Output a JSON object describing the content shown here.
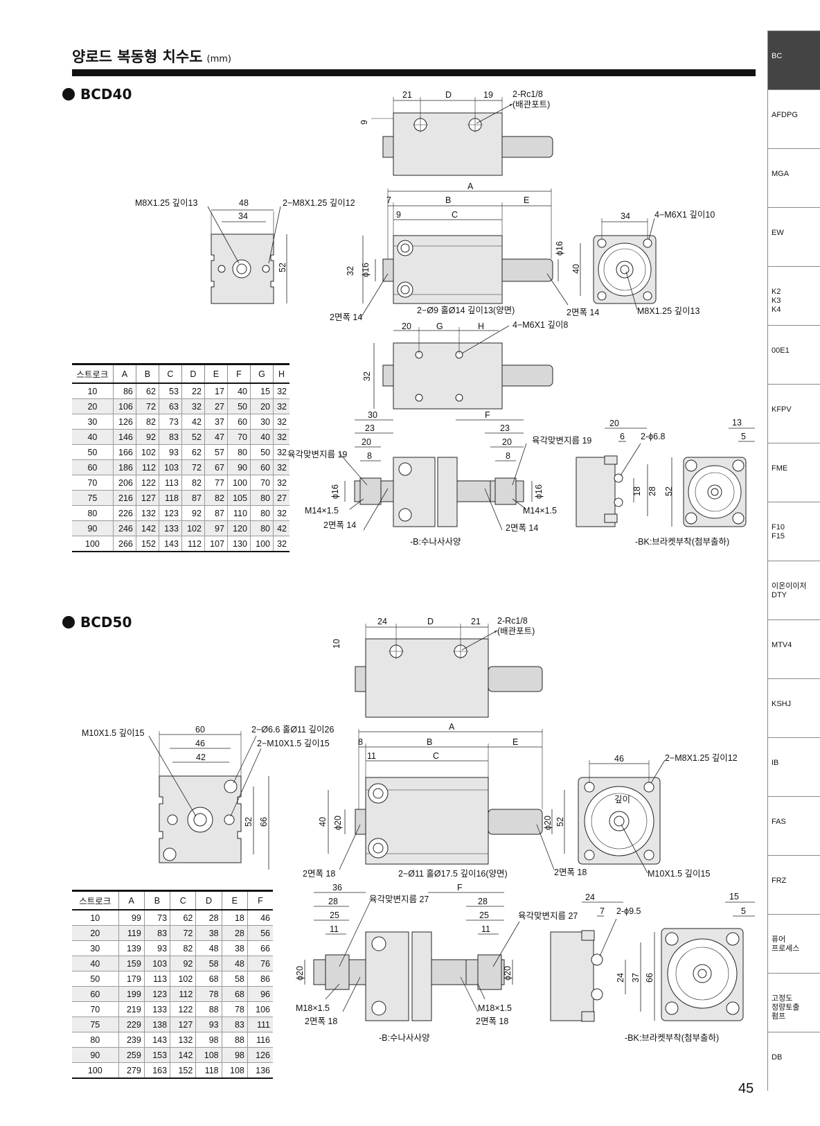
{
  "page": {
    "title": "양로드 복동형 치수도",
    "unit": "(mm)",
    "page_number": "45"
  },
  "sidebar": [
    "BC",
    "AFDPG",
    "MGA",
    "EW",
    "K2\nK3\nK4",
    "00E1",
    "KFPV",
    "FME",
    "F10\nF15",
    "이온이이저\nDTY",
    "MTV4",
    "KSHJ",
    "IB",
    "FAS",
    "FRZ",
    "퓨어\n프로세스",
    "고정도\n정량토출\n펌프",
    "DB"
  ],
  "bcd40": {
    "name": "BCD40",
    "table": {
      "headers": [
        "스트로크",
        "A",
        "B",
        "C",
        "D",
        "E",
        "F",
        "G",
        "H"
      ],
      "rows": [
        [
          "10",
          "86",
          "62",
          "53",
          "22",
          "17",
          "40",
          "15",
          "32"
        ],
        [
          "20",
          "106",
          "72",
          "63",
          "32",
          "27",
          "50",
          "20",
          "32"
        ],
        [
          "30",
          "126",
          "82",
          "73",
          "42",
          "37",
          "60",
          "30",
          "32"
        ],
        [
          "40",
          "146",
          "92",
          "83",
          "52",
          "47",
          "70",
          "40",
          "32"
        ],
        [
          "50",
          "166",
          "102",
          "93",
          "62",
          "57",
          "80",
          "50",
          "32"
        ],
        [
          "60",
          "186",
          "112",
          "103",
          "72",
          "67",
          "90",
          "60",
          "32"
        ],
        [
          "70",
          "206",
          "122",
          "113",
          "82",
          "77",
          "100",
          "70",
          "32"
        ],
        [
          "75",
          "216",
          "127",
          "118",
          "87",
          "82",
          "105",
          "80",
          "27"
        ],
        [
          "80",
          "226",
          "132",
          "123",
          "92",
          "87",
          "110",
          "80",
          "32"
        ],
        [
          "90",
          "246",
          "142",
          "133",
          "102",
          "97",
          "120",
          "80",
          "42"
        ],
        [
          "100",
          "266",
          "152",
          "143",
          "112",
          "107",
          "130",
          "100",
          "32"
        ]
      ]
    },
    "labels": {
      "d21": "21",
      "dD": "D",
      "d19": "19",
      "rc": "2-Rc1/8",
      "port": "(배관포트)",
      "d9": "9",
      "m8": "M8X1.25 깊이13",
      "d48": "48",
      "m8x2": "2−M8X1.25 깊이12",
      "d34": "34",
      "d52": "52",
      "dA": "A",
      "d7": "7",
      "dB": "B",
      "dE": "E",
      "d9b": "9",
      "dC": "C",
      "d32": "32",
      "phi16": "ϕ16",
      "phi16b": "ϕ16",
      "d40": "40",
      "d34b": "34",
      "m6": "4−M6X1 깊이10",
      "face14": "2면폭 14",
      "hole9": "2−Ø9 홀Ø14 깊이13(양면)",
      "face14b": "2면폭 14",
      "m8c": "M8X1.25 깊이13",
      "d20": "20",
      "dG": "G",
      "dH": "H",
      "m6b": "4−M6X1 깊이8",
      "d32b": "32",
      "d30": "30",
      "dF": "F",
      "d23": "23",
      "d23b": "23",
      "d20b": "20",
      "d20c": "20",
      "d8": "8",
      "d8b": "8",
      "hex19": "육각맞변지름 19",
      "hex19b": "육각맞변지름 19",
      "phi16c": "ϕ16",
      "phi16d": "ϕ16",
      "m14": "M14×1.5",
      "m14b": "M14×1.5",
      "face14c": "2면폭 14",
      "face14d": "2면폭 14",
      "optB": "-B:수나사사양",
      "d20d": "20",
      "d6": "6",
      "phi68": "2-ϕ6.8",
      "d13": "13",
      "d5": "5",
      "d18": "18",
      "d28": "28",
      "d52b": "52",
      "optBK": "-BK:브라켓부착(첨부출하)"
    }
  },
  "bcd50": {
    "name": "BCD50",
    "table": {
      "headers": [
        "스트로크",
        "A",
        "B",
        "C",
        "D",
        "E",
        "F"
      ],
      "rows": [
        [
          "10",
          "99",
          "73",
          "62",
          "28",
          "18",
          "46"
        ],
        [
          "20",
          "119",
          "83",
          "72",
          "38",
          "28",
          "56"
        ],
        [
          "30",
          "139",
          "93",
          "82",
          "48",
          "38",
          "66"
        ],
        [
          "40",
          "159",
          "103",
          "92",
          "58",
          "48",
          "76"
        ],
        [
          "50",
          "179",
          "113",
          "102",
          "68",
          "58",
          "86"
        ],
        [
          "60",
          "199",
          "123",
          "112",
          "78",
          "68",
          "96"
        ],
        [
          "70",
          "219",
          "133",
          "122",
          "88",
          "78",
          "106"
        ],
        [
          "75",
          "229",
          "138",
          "127",
          "93",
          "83",
          "111"
        ],
        [
          "80",
          "239",
          "143",
          "132",
          "98",
          "88",
          "116"
        ],
        [
          "90",
          "259",
          "153",
          "142",
          "108",
          "98",
          "126"
        ],
        [
          "100",
          "279",
          "163",
          "152",
          "118",
          "108",
          "136"
        ]
      ]
    },
    "labels": {
      "d24": "24",
      "dD": "D",
      "d21": "21",
      "rc": "2-Rc1/8",
      "port": "(배관포트)",
      "d10": "10",
      "m10": "M10X1.5 깊이15",
      "d60": "60",
      "hole66": "2−Ø6.6 홀Ø11 깊이26",
      "d46": "46",
      "m10x2": "2−M10X1.5 깊이15",
      "d42": "42",
      "d52": "52",
      "d66": "66",
      "dA": "A",
      "d8": "8",
      "dB": "B",
      "dE": "E",
      "d11": "11",
      "dC": "C",
      "d40": "40",
      "phi20": "ϕ20",
      "phi20b": "ϕ20",
      "d52b": "52",
      "d46b": "46",
      "m8": "2−M8X1.25 깊이12",
      "depth": "깊이",
      "face18": "2면폭 18",
      "hole11": "2−Ø11 홀Ø17.5 깊이16(양면)",
      "face18b": "2면폭 18",
      "m10c": "M10X1.5 깊이15",
      "d36": "36",
      "dF": "F",
      "d28": "28",
      "d28b": "28",
      "d25": "25",
      "d25b": "25",
      "d11b": "11",
      "d11c": "11",
      "hex27": "육각맞변지름 27",
      "hex27b": "육각맞변지름 27",
      "phi20c": "ϕ20",
      "phi20d": "ϕ20",
      "m18": "M18×1.5",
      "m18b": "M18×1.5",
      "face18c": "2면폭 18",
      "face18d": "2면폭 18",
      "optB": "-B:수나사사양",
      "d24b": "24",
      "d7": "7",
      "phi95": "2-ϕ9.5",
      "d15": "15",
      "d5": "5",
      "d24c": "24",
      "d37": "37",
      "d66b": "66",
      "optBK": "-BK:브라켓부착(첨부출하)"
    }
  }
}
